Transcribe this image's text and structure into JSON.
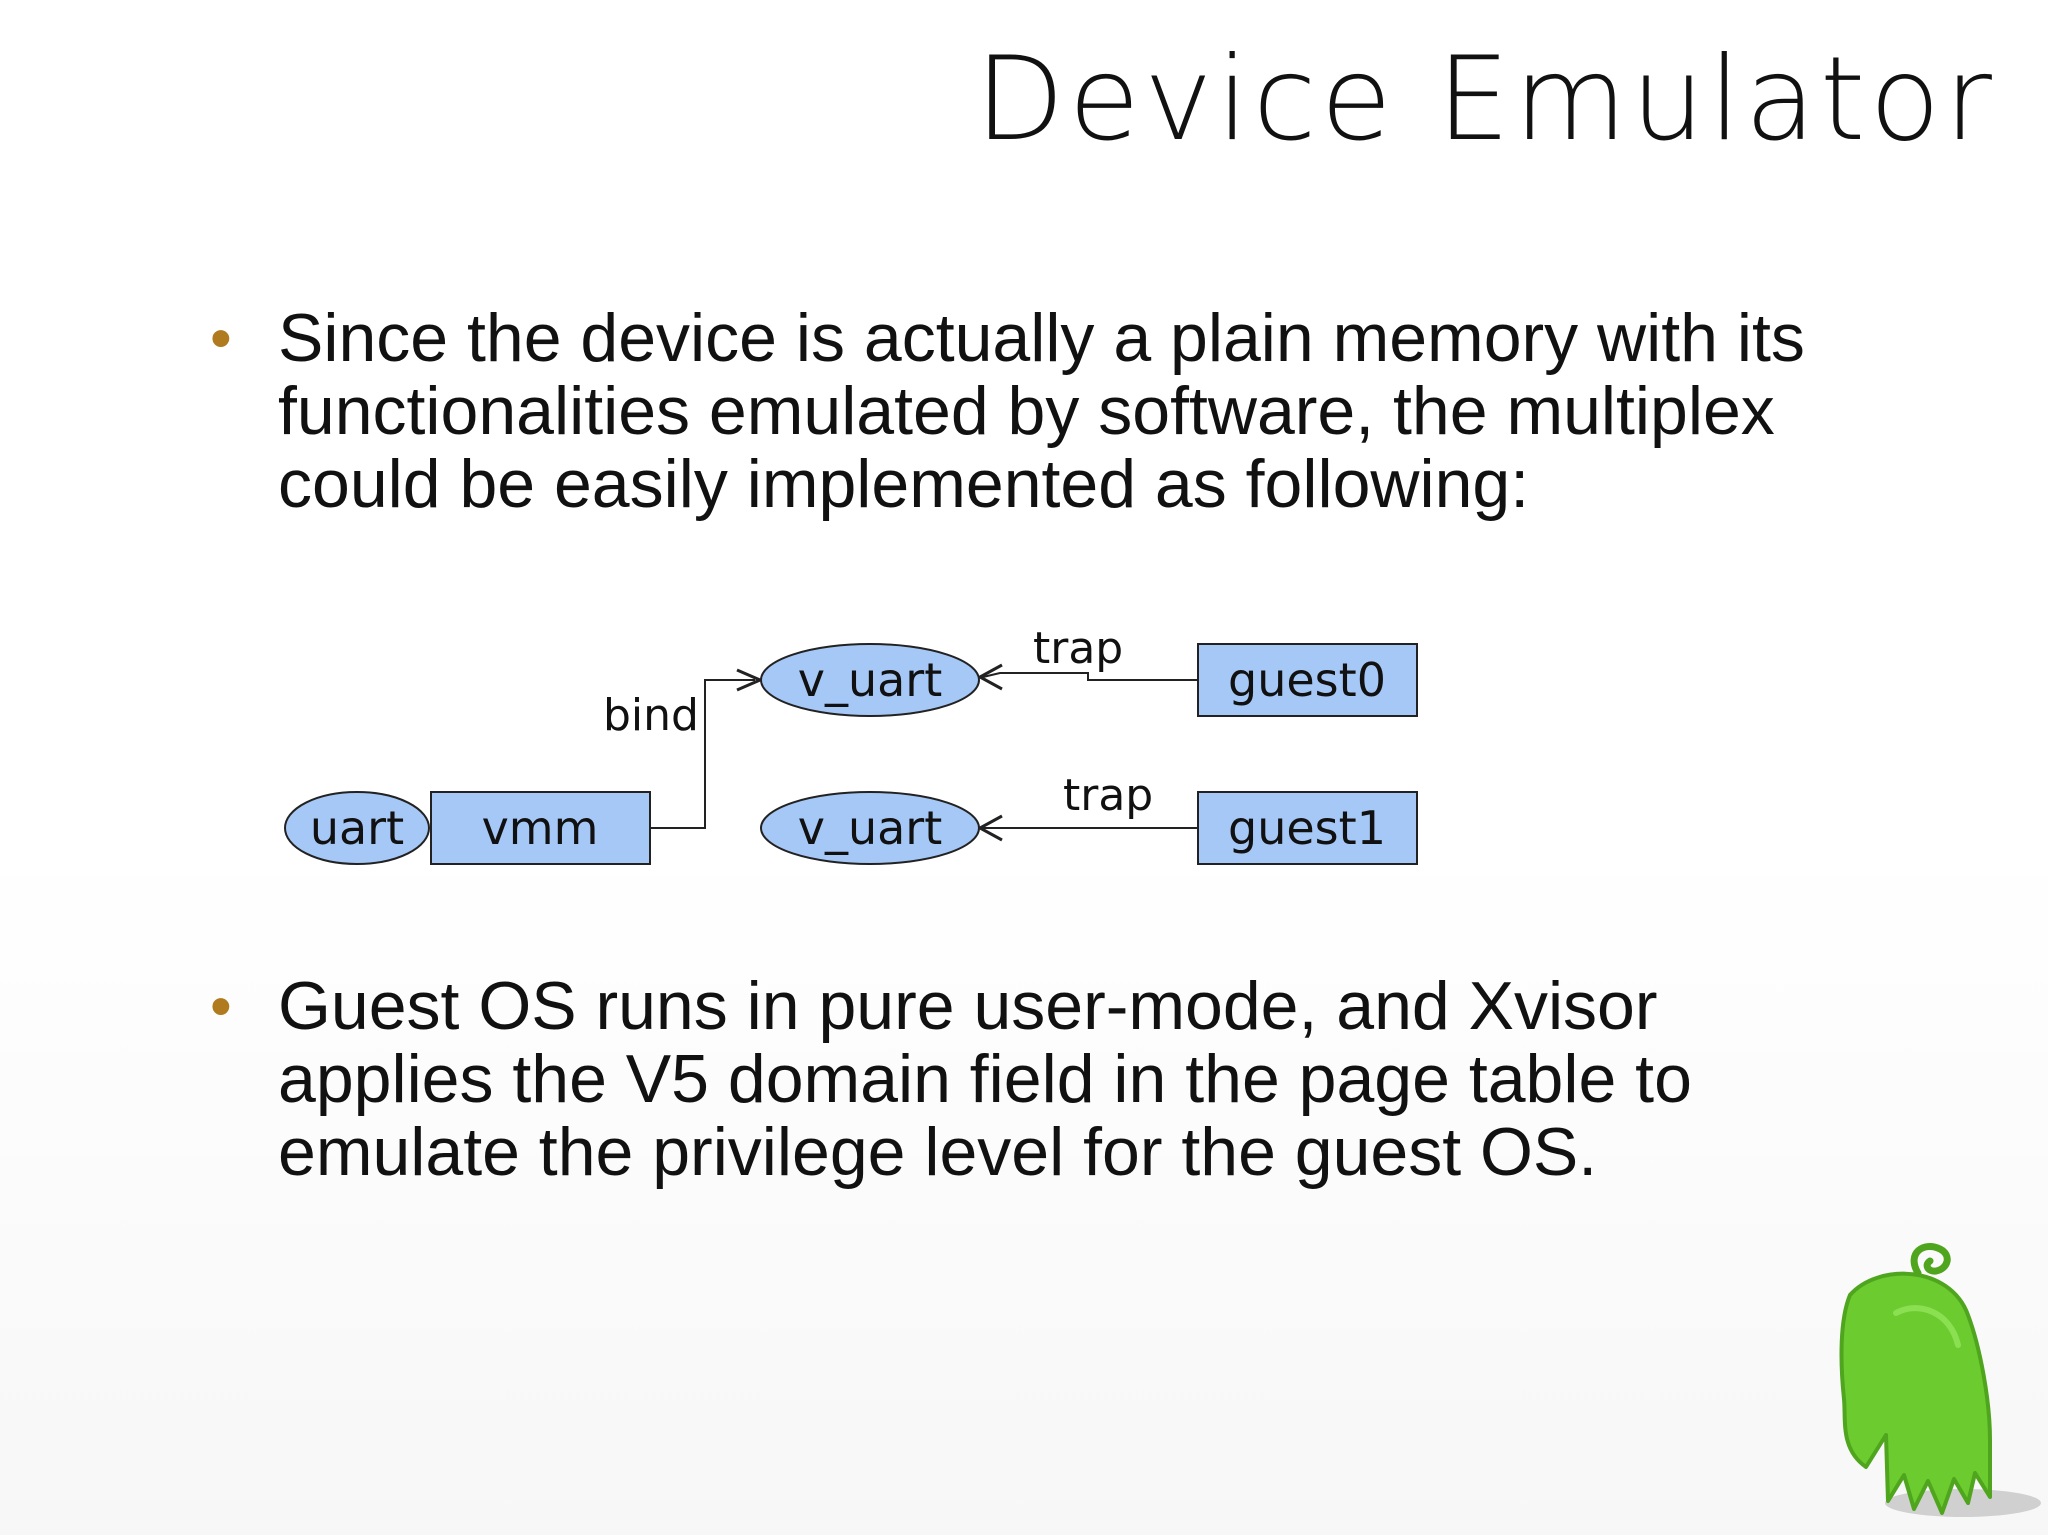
{
  "slide": {
    "title": "Device Emulator",
    "bullets": [
      "Since the device is actually a plain memory with its\nfunctionalities emulated by software,  the multiplex\ncould be easily implemented as following:",
      "Guest OS runs in pure user-mode, and Xvisor\napplies the V5 domain field in the page table to\nemulate the privilege level for the guest OS."
    ],
    "bullet_color": "#b07a1e"
  },
  "diagram": {
    "node_fill": "#a6c8f7",
    "nodes": {
      "uart": "uart",
      "vmm": "vmm",
      "v_uart_top": "v_uart",
      "v_uart_bottom": "v_uart",
      "guest0": "guest0",
      "guest1": "guest1"
    },
    "edges": {
      "bind": "bind",
      "trap_top": "trap",
      "trap_bottom": "trap"
    }
  },
  "mascot": {
    "icon": "green-mascot-icon",
    "color": "#6ccb2e"
  }
}
